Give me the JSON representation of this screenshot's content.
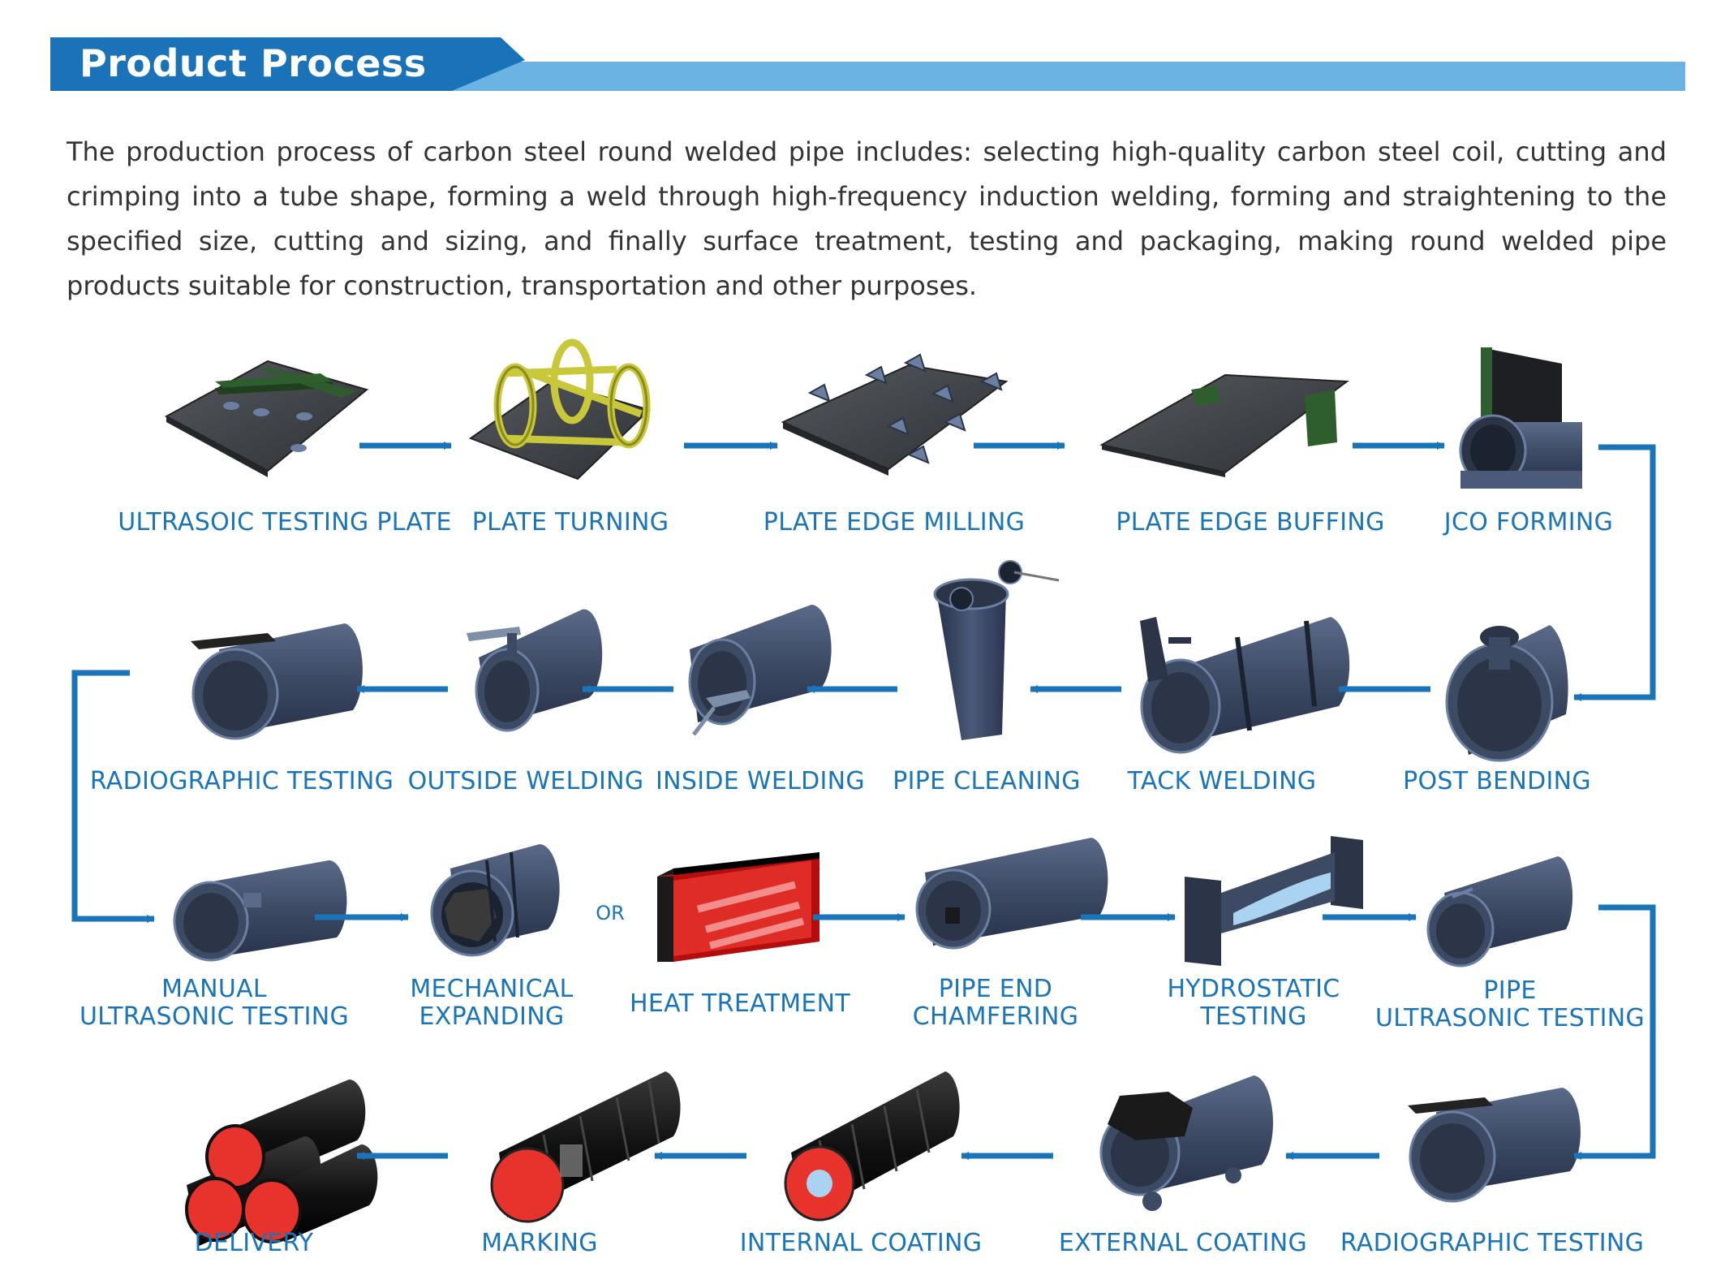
{
  "header": {
    "title": "Product Process"
  },
  "intro": "The production process of carbon steel round welded pipe includes: selecting high-quality carbon steel coil, cutting and crimping into a tube shape, forming a weld through high-frequency induction welding, forming and straightening to the specified size, cutting and sizing, and finally surface treatment, testing and packaging, making round welded pipe products suitable for construction, transportation and other purposes.",
  "stages": [
    {
      "id": "ultrasoic-testing-plate",
      "label": "ULTRASOIC TESTING PLATE",
      "icon": "plate-ultrasonic-icon"
    },
    {
      "id": "plate-turning",
      "label": "PLATE TURNING",
      "icon": "plate-turning-frame-icon"
    },
    {
      "id": "plate-edge-milling",
      "label": "PLATE EDGE MILLING",
      "icon": "edge-milling-plate-icon"
    },
    {
      "id": "plate-edge-buffing",
      "label": "PLATE EDGE BUFFING",
      "icon": "edge-buffing-plate-icon"
    },
    {
      "id": "jco-forming",
      "label": "JCO FORMING",
      "icon": "jco-press-pipe-icon"
    },
    {
      "id": "post-bending",
      "label": "POST BENDING",
      "icon": "post-bending-pipe-icon"
    },
    {
      "id": "tack-welding",
      "label": "TACK WELDING",
      "icon": "tack-welding-pipe-icon"
    },
    {
      "id": "pipe-cleaning",
      "label": "PIPE CLEANING",
      "icon": "vertical-pipe-cleaning-icon"
    },
    {
      "id": "inside-welding",
      "label": "INSIDE WELDING",
      "icon": "inside-welding-pipe-icon"
    },
    {
      "id": "outside-welding",
      "label": "OUTSIDE WELDING",
      "icon": "outside-welding-pipe-icon"
    },
    {
      "id": "radiographic-testing-1",
      "label": "RADIOGRAPHIC TESTING",
      "icon": "radiographic-pipe-icon"
    },
    {
      "id": "manual-ultrasonic-testing",
      "label": "MANUAL\nULTRASONIC TESTING",
      "icon": "manual-ultrasonic-pipe-icon"
    },
    {
      "id": "mechanical-expanding",
      "label": "MECHANICAL\nEXPANDING",
      "icon": "expanding-pipe-icon"
    },
    {
      "id": "heat-treatment",
      "label": "HEAT TREATMENT",
      "icon": "heat-treatment-furnace-icon"
    },
    {
      "id": "pipe-end-chamfering",
      "label": "PIPE END\nCHAMFERING",
      "icon": "chamfering-pipe-icon"
    },
    {
      "id": "hydrostatic-testing",
      "label": "HYDROSTATIC\nTESTING",
      "icon": "hydrostatic-test-icon"
    },
    {
      "id": "pipe-ultrasonic-testing",
      "label": "PIPE\nULTRASONIC TESTING",
      "icon": "ultrasonic-pipe-icon"
    },
    {
      "id": "radiographic-testing-2",
      "label": "RADIOGRAPHIC TESTING",
      "icon": "radiographic-pipe-icon"
    },
    {
      "id": "external-coating",
      "label": "EXTERNAL COATING",
      "icon": "external-coating-pipe-icon"
    },
    {
      "id": "internal-coating",
      "label": "INTERNAL COATING",
      "icon": "internal-coating-pipe-icon"
    },
    {
      "id": "marking",
      "label": "MARKING",
      "icon": "marked-pipe-icon"
    },
    {
      "id": "delivery",
      "label": "DELIVERY",
      "icon": "pipe-stack-icon"
    }
  ],
  "or_label": "OR",
  "colors": {
    "header_dark": "#1a73b9",
    "header_light": "#6bb3e3",
    "label": "#1a74b9",
    "arrow": "#1a74b9",
    "pipe": "#3c4a64",
    "pipe_inner": "#2b3547",
    "plate": "#3f4348",
    "weld_green": "#2f5e2e",
    "coating_red": "#e8322c",
    "water": "#a9d3f0"
  }
}
